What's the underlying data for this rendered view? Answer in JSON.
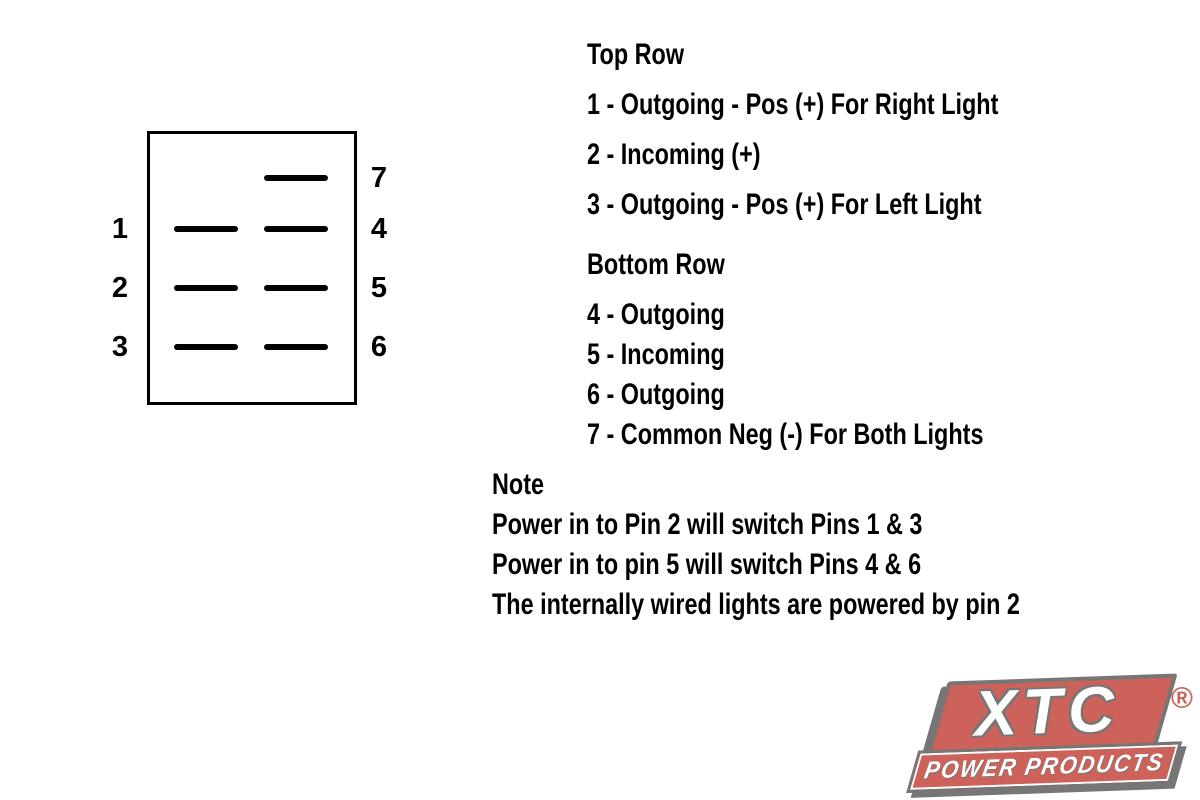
{
  "switch_diagram": {
    "left_pins": [
      "1",
      "2",
      "3"
    ],
    "right_pins": [
      "7",
      "4",
      "5",
      "6"
    ]
  },
  "pinout": {
    "top_row": {
      "header": "Top Row",
      "items": [
        "1 - Outgoing - Pos (+) For Right Light",
        "2 - Incoming (+)",
        "3 - Outgoing - Pos (+) For Left Light"
      ]
    },
    "bottom_row": {
      "header": "Bottom Row",
      "items": [
        "4 - Outgoing",
        "5 - Incoming",
        "6 - Outgoing",
        "7 - Common Neg (-) For Both Lights"
      ]
    }
  },
  "note": {
    "header": "Note",
    "lines": [
      "Power in to Pin 2 will switch Pins 1 & 3",
      "Power in to pin 5 will switch Pins 4 & 6",
      "The internally wired lights are powered by pin 2"
    ]
  },
  "logo": {
    "brand": "XTC",
    "tagline": "POWER PRODUCTS",
    "registered_mark": "®",
    "colors": {
      "red": "#c13b31",
      "dark_gray": "#555555",
      "white": "#ffffff"
    }
  }
}
